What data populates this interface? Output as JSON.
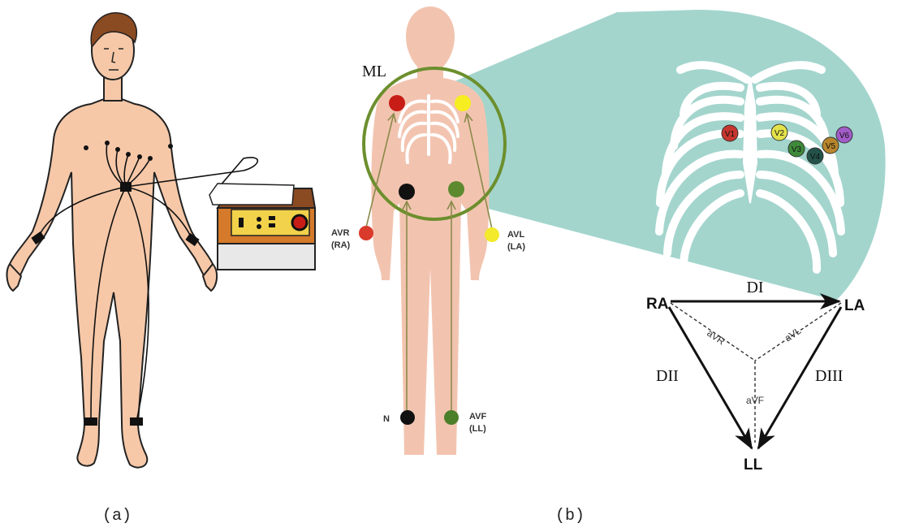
{
  "captions": {
    "a": "(a)",
    "b": "(b)"
  },
  "body_diagram": {
    "ml_label": "ML",
    "electrodes": {
      "avr": {
        "name": "AVR",
        "site": "(RA)",
        "color": "#d93a2b"
      },
      "avl": {
        "name": "AVL",
        "site": "(LA)",
        "color": "#f2ea2b"
      },
      "n": {
        "name": "N",
        "color": "#111111"
      },
      "avf": {
        "name": "AVF",
        "site": "(LL)",
        "color": "#4c7f2a"
      },
      "chest_red": "#c81d17",
      "chest_yellow": "#f6ee20",
      "torso_black": "#111111",
      "torso_green": "#5d8a2e"
    },
    "ellipse_color": "#6c8f2d",
    "arrow_color": "#8a8a4a",
    "body_color": "#f2c4b0"
  },
  "chest_leads": [
    {
      "label": "V1",
      "color": "#c6362e"
    },
    {
      "label": "V2",
      "color": "#e4e24a"
    },
    {
      "label": "V3",
      "color": "#3f8a3a"
    },
    {
      "label": "V4",
      "color": "#24524a"
    },
    {
      "label": "V5",
      "color": "#b8862c"
    },
    {
      "label": "V6",
      "color": "#a25cc8"
    }
  ],
  "triangle": {
    "vertices": {
      "ra": "RA",
      "la": "LA",
      "ll": "LL"
    },
    "leads": {
      "d1": "DI",
      "d2": "DII",
      "d3": "DIII"
    },
    "augmented": {
      "avr": "aVR",
      "avl": "aVL",
      "avf": "aVF"
    }
  },
  "colors": {
    "teal": "#a3d5cd",
    "skin": "#f6c8a8",
    "outline": "#222222"
  }
}
